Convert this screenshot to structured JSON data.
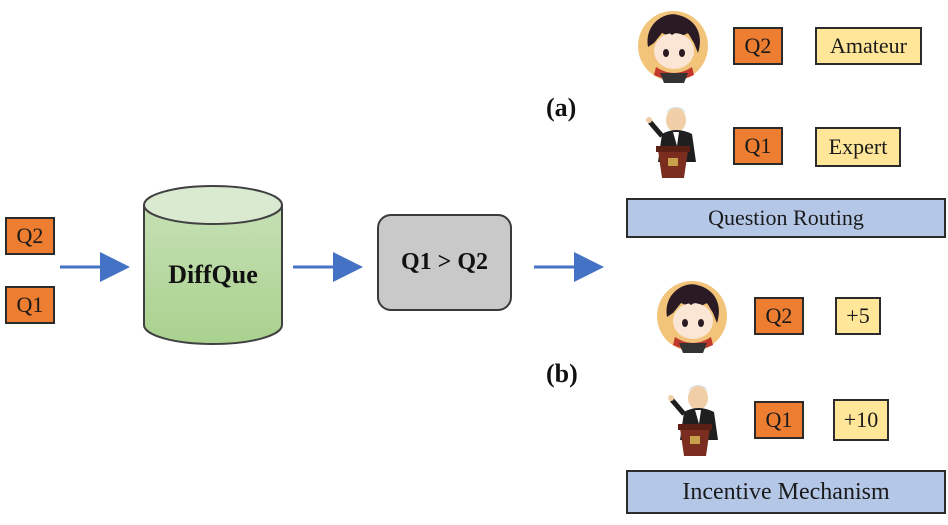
{
  "input": {
    "q2": "Q2",
    "q1": "Q1"
  },
  "model": {
    "name": "DiffQue"
  },
  "comparison": {
    "text": "Q1 > Q2"
  },
  "panel_a": {
    "label": "(a)",
    "rows": [
      {
        "question": "Q2",
        "level": "Amateur",
        "avatar": "amateur-avatar"
      },
      {
        "question": "Q1",
        "level": "Expert",
        "avatar": "expert-avatar"
      }
    ],
    "banner": "Question Routing"
  },
  "panel_b": {
    "label": "(b)",
    "rows": [
      {
        "question": "Q2",
        "reward": "+5",
        "avatar": "amateur-avatar"
      },
      {
        "question": "Q1",
        "reward": "+10",
        "avatar": "expert-avatar"
      }
    ],
    "banner": "Incentive Mechanism"
  },
  "colors": {
    "question_fill": "#ed7d31",
    "level_fill": "#ffe699",
    "banner_fill": "#b4c7e7",
    "cylinder_fill": "#a9d18e",
    "compare_fill": "#c9c9c9",
    "arrow": "#4472c4"
  }
}
